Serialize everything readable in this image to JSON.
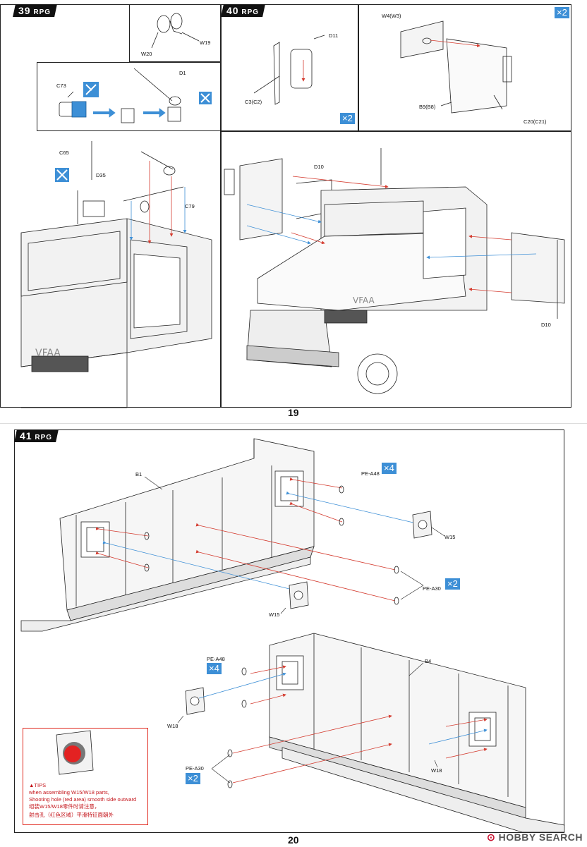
{
  "brand": "RPG",
  "page19": {
    "page_number": "19",
    "step39": {
      "number": "39",
      "parts": {
        "w20": "W20",
        "w19": "W19",
        "c73": "C73",
        "d1": "D1",
        "c65": "C65",
        "d35": "D35",
        "c79": "C79"
      }
    },
    "step40": {
      "number": "40",
      "parts": {
        "d11": "D11",
        "c3": "C3(C2)",
        "w4": "W4(W3)",
        "b9": "B9(B8)",
        "c20": "C20(C21)",
        "d10a": "D10",
        "d10b": "D10"
      },
      "mult_a": "×2",
      "mult_b": "×2"
    }
  },
  "page20": {
    "page_number": "20",
    "step41": {
      "number": "41",
      "parts": {
        "b1": "B1",
        "pe_a48_top": "PE-A48",
        "w15_top": "W15",
        "pe_a30_top": "PE-A30",
        "w15_bottom": "W15",
        "pe_a48_bottom": "PE-A48",
        "b4": "B4",
        "w18_left": "W18",
        "w18_right": "W18",
        "pe_a30_bottom": "PE-A30"
      },
      "mult_pe_a48_top": "×4",
      "mult_pe_a30_top": "×2",
      "mult_pe_a48_bottom": "×4",
      "mult_pe_a30_bottom": "×2"
    },
    "tips": {
      "title": "▲TIPS",
      "line1": "when assembling W15/W18 parts,",
      "line2": "Shooting hole (red area) smooth side outward",
      "line3": "组装W15/W18零件时请注意，",
      "line4": "射击孔（红色区域）平滑特征面朝外"
    }
  },
  "watermark": {
    "prefix": "HOBBY",
    "suffix": "SEARCH"
  },
  "colors": {
    "arrow_red": "#d43b2f",
    "arrow_blue": "#3d8fd6",
    "tips_red": "#e0281e",
    "highlight_red": "#e32222"
  }
}
